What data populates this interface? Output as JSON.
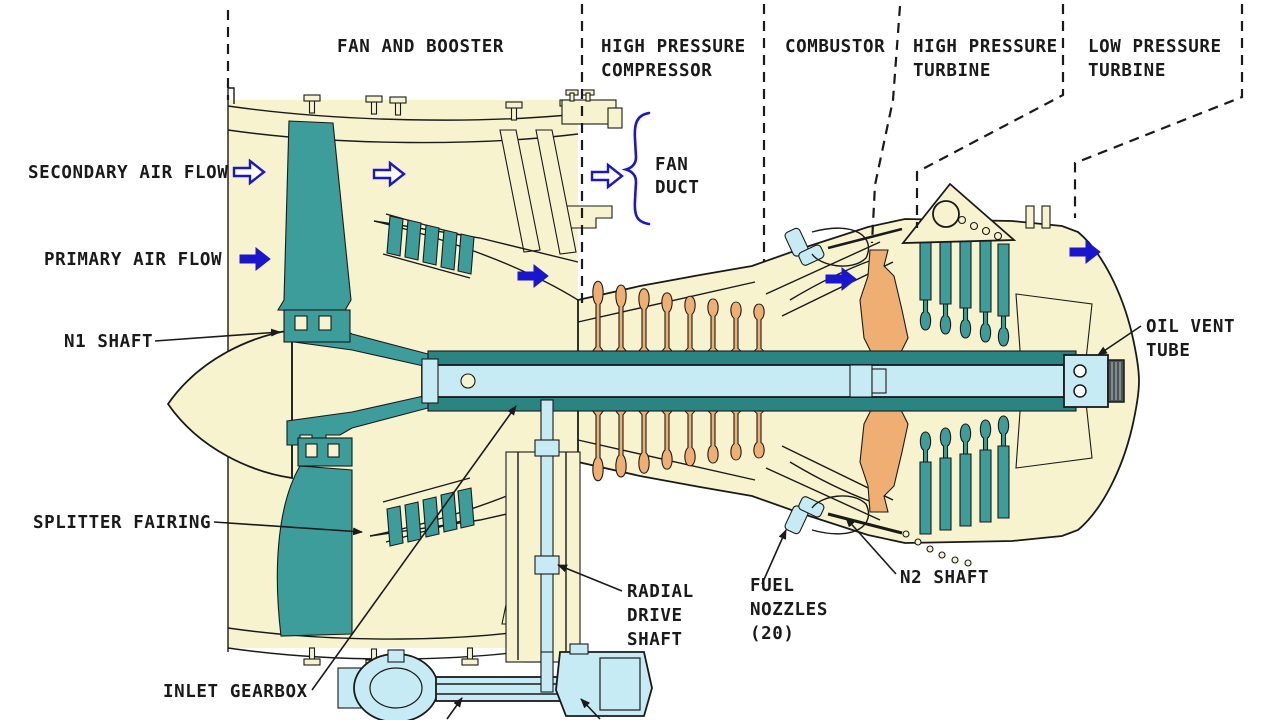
{
  "sections": {
    "fan_booster": "FAN AND BOOSTER",
    "hpc": [
      "HIGH PRESSURE",
      "COMPRESSOR"
    ],
    "combustor": "COMBUSTOR",
    "hpt": [
      "HIGH PRESSURE",
      "TURBINE"
    ],
    "lpt": [
      "LOW PRESSURE",
      "TURBINE"
    ]
  },
  "flows": {
    "secondary": "SECONDARY AIR FLOW",
    "primary": "PRIMARY AIR FLOW"
  },
  "callouts": {
    "fan_duct": [
      "FAN",
      "DUCT"
    ],
    "n1_shaft": "N1 SHAFT",
    "splitter_fairing": "SPLITTER FAIRING",
    "inlet_gearbox": "INLET GEARBOX",
    "radial_drive_shaft": [
      "RADIAL",
      "DRIVE",
      "SHAFT"
    ],
    "fuel_nozzles": [
      "FUEL",
      "NOZZLES",
      "(20)"
    ],
    "n2_shaft": "N2 SHAFT",
    "oil_vent_tube": [
      "OIL VENT",
      "TUBE"
    ]
  },
  "colors": {
    "casing_cream": "#F6F3CE",
    "blade_teal": "#3D9D9B",
    "shaft_dark_teal": "#2A8482",
    "compressor_orange": "#EFAF72",
    "component_light_blue": "#C7EBF5",
    "flow_arrow_blue": "#1A16CE",
    "outline_black": "#1A1A1A",
    "background_white": "#FFFFFF"
  }
}
